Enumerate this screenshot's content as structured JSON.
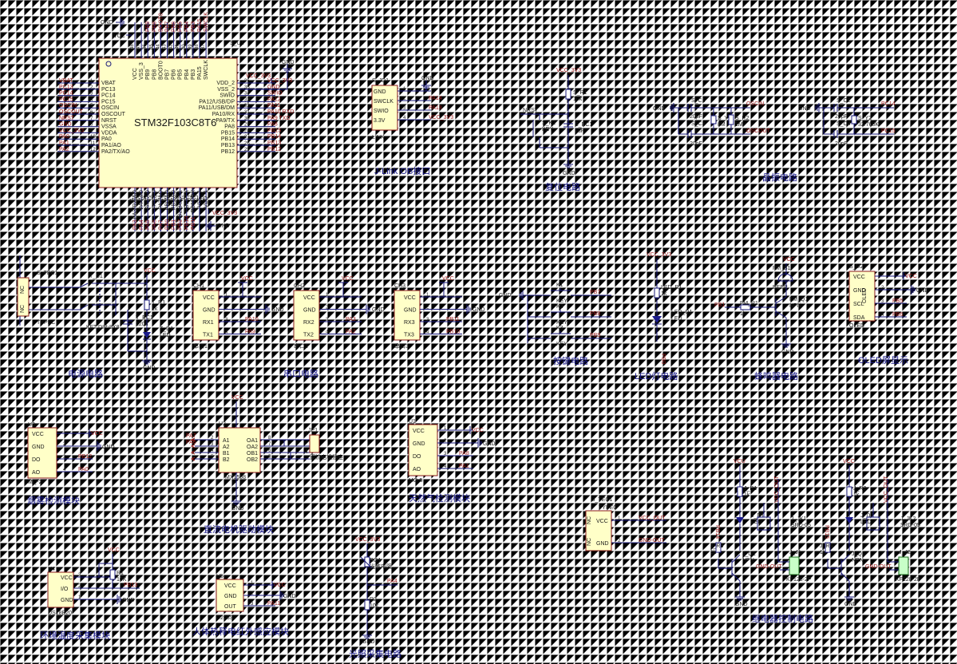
{
  "captions": {
    "jlink": "J-Link OB接口",
    "reset": "复位电路",
    "crystal": "晶振电路",
    "power": "电源电路",
    "uart": "串口电路",
    "keys": "按键电路",
    "led": "LED灯电路",
    "buzzer": "蜂鸣器电路",
    "oled": "OLED屏显示",
    "smoke": "烟雾检测模块",
    "motor": "直流电机驱动模块",
    "gas": "天然气检测模块",
    "relay": "继电器控制电路",
    "temp": "环境温度采集模块",
    "pir": "人体热释电红外感应模块",
    "light": "光照采集电路"
  },
  "mcu": {
    "ref": "S_U1",
    "part": "STM32F103C8T6",
    "left_pins": [
      {
        "num": "1",
        "name": "VBAT",
        "net": "VBAT"
      },
      {
        "num": "2",
        "name": "PC13",
        "net": "PC13"
      },
      {
        "num": "3",
        "name": "PC14",
        "net": "PC14"
      },
      {
        "num": "4",
        "name": "PC15",
        "net": "PC15"
      },
      {
        "num": "5",
        "name": "OSCIN",
        "net": "OSCIN"
      },
      {
        "num": "6",
        "name": "OSCOUT",
        "net": "OSCOUT"
      },
      {
        "num": "7",
        "name": "NRST",
        "net": "NRST"
      },
      {
        "num": "8",
        "name": "VSSA",
        "net": "GND"
      },
      {
        "num": "9",
        "name": "VDDA",
        "net": "VCC_3V3"
      },
      {
        "num": "10",
        "name": "PA0",
        "net": "PA0"
      },
      {
        "num": "11",
        "name": "PA1/AO",
        "net": "PA1"
      },
      {
        "num": "12",
        "name": "PA2/TX/AO",
        "net": "PA2"
      }
    ],
    "right_pins": [
      {
        "num": "36",
        "name": "VDD_2",
        "net": "VCC_3V3"
      },
      {
        "num": "35",
        "name": "VSS_2",
        "net": "GND"
      },
      {
        "num": "34",
        "name": "SWIO",
        "net": "SWIO"
      },
      {
        "num": "33",
        "name": "PA12/USB/DP",
        "net": "PA12"
      },
      {
        "num": "32",
        "name": "PA11/USB/DM",
        "net": "PA11"
      },
      {
        "num": "31",
        "name": "PA10/RX",
        "net": "PA10 RXD"
      },
      {
        "num": "30",
        "name": "PA9/TX",
        "net": "PA9 TXD"
      },
      {
        "num": "29",
        "name": "PA8",
        "net": "PA8"
      },
      {
        "num": "28",
        "name": "PB15",
        "net": "PB15"
      },
      {
        "num": "27",
        "name": "PB14",
        "net": "PB14"
      },
      {
        "num": "26",
        "name": "PB13",
        "net": "PB13"
      },
      {
        "num": "25",
        "name": "PB12",
        "net": "PB12"
      }
    ],
    "top_pins": [
      "VCC",
      "VSS_3",
      "PB9",
      "PB8",
      "BOOT0",
      "PB7",
      "PB6",
      "PB5",
      "PB4",
      "PB3",
      "PA15",
      "SWCLK"
    ],
    "top_nums": [
      "48",
      "47",
      "46",
      "45",
      "44",
      "43",
      "42",
      "41",
      "40",
      "39",
      "38",
      "37"
    ],
    "bottom_pins": [
      "PA3/RX/AO",
      "PA4/AO",
      "PA5/AO",
      "PA6/AO",
      "PA7/AO",
      "PB0/AO",
      "PB1/AO",
      "PB2/BOOT1",
      "PB10/TX",
      "PB11/RX",
      "VSS_1",
      "VDD_1"
    ],
    "bottom_nums": [
      "13",
      "14",
      "15",
      "16",
      "17",
      "18",
      "19",
      "20",
      "21",
      "22",
      "23",
      "24"
    ],
    "gnd": "GND",
    "vcc": "VCC",
    "vcc3v3": "VCC_3V3"
  },
  "jlink": {
    "ref": "S_JD1",
    "pins": [
      "GND",
      "SWCLK",
      "SWIO",
      "3.3V"
    ],
    "nets": [
      "",
      "PA14",
      "PA13",
      "VCC_3V3"
    ],
    "nums": [
      "1",
      "2",
      "3",
      "4"
    ],
    "name": "LINK",
    "gnd": "GND"
  },
  "reset": {
    "vcc": "VCC_3V3",
    "res_ref": "S_R1",
    "res_val": "10k",
    "key_ref": "S_K1",
    "key_val": "KEY",
    "cap_ref": "S_EC1",
    "cap_val": "1uF",
    "nrst": "NRST",
    "gnd": "GND"
  },
  "crystal": {
    "left": {
      "c1": "S_C1",
      "c1v": "20pF",
      "c3": "S_C3",
      "c3v": "20pF",
      "y": "S_Y1",
      "yv": "8M",
      "r": "S_R2",
      "rv": "1M",
      "n1": "OSCIN",
      "n2": "OSCOUT"
    },
    "right": {
      "c1": "S_C2",
      "c1v": "20pF",
      "c3": "S_C4",
      "c3v": "20pF",
      "y": "S_Y2",
      "yv": "32.768K",
      "n1": "PC14",
      "n2": "PC15"
    },
    "gnd": "GND"
  },
  "power": {
    "conn_ref": "S_TEC1",
    "conn_name": "TYPEC",
    "switch_ref": "T_S1",
    "switch_val": "KFT DIP-8X8",
    "r_ref": "T_R1",
    "r_val": "1k",
    "c_ref": "T_EC1",
    "c_val": "220u",
    "led_ref": "T_D1",
    "led_val": "LED",
    "vcc": "VCC",
    "gnd": "GND",
    "nc": "NC",
    "nums": [
      "1",
      "2",
      "1",
      "3",
      "5",
      "2",
      "4",
      "6"
    ]
  },
  "uarts": [
    {
      "ref": "CH1",
      "name": "串口1",
      "nets": [
        "VCC",
        "GND",
        "PA10",
        "PA9"
      ]
    },
    {
      "ref": "CH2",
      "name": "串口2",
      "nets": [
        "VCC",
        "GND",
        "PA3",
        "PA2"
      ]
    },
    {
      "ref": "CH3",
      "name": "串口3",
      "nets": [
        "VCC",
        "GND",
        "PB11",
        "PB10"
      ]
    }
  ],
  "uart_pins": [
    "VCC",
    "GND",
    "RX1",
    "TX1"
  ],
  "uart_pins2": [
    "VCC",
    "GND",
    "RX2",
    "TX2"
  ],
  "uart_pins3": [
    "VCC",
    "GND",
    "RX3",
    "TX3"
  ],
  "uart_nums": [
    "1",
    "2",
    "3",
    "4"
  ],
  "keys": {
    "gnd": "GND",
    "items": [
      {
        "ref": "K1",
        "val": "KEY",
        "net": "PB7"
      },
      {
        "ref": "K2",
        "val": "KEY",
        "net": "PB8"
      },
      {
        "ref": "K3",
        "val": "KEY",
        "net": "PB9"
      }
    ]
  },
  "led": {
    "vcc": "VCC_3V3",
    "r_ref": "LED_R1",
    "r_val": "1k",
    "d_ref": "LED_D1",
    "d_val": "LED",
    "net": "PB0"
  },
  "buzzer": {
    "vcc": "VCC",
    "b_ref": "FM_B1",
    "b_val": "BEEP",
    "q_ref": "FM_Q1",
    "q_val": "NPN",
    "r_ref": "FM_R1",
    "r_val": "1k",
    "net": "PB1",
    "gnd": "GND"
  },
  "oled": {
    "ref": "S_U2",
    "name": "OLED",
    "pins": [
      "VCC",
      "GND",
      "SCL",
      "SDA"
    ],
    "nets": [
      "VCC",
      "GND",
      "PB5",
      "PB6"
    ],
    "nums": [
      "1",
      "2",
      "3",
      "4"
    ]
  },
  "smoke": {
    "ref": "U3",
    "name": "MQ-2",
    "pins": [
      "VCC",
      "GND",
      "DO",
      "AO"
    ],
    "nets": [
      "VCC",
      "GND",
      "PB12",
      "PA0"
    ],
    "nums": [
      "1",
      "2",
      "3",
      "4"
    ]
  },
  "motor": {
    "ref": "U2",
    "name": "MX1508",
    "vcc": "VCC",
    "gnd": "GND",
    "left": [
      "A1",
      "A2",
      "B1",
      "B2"
    ],
    "left_nums": [
      "2",
      "3",
      "4",
      "5"
    ],
    "right": [
      "OA1",
      "OA2",
      "OB1",
      "OB2"
    ],
    "right_nums": [
      "8",
      "7",
      "6",
      "5"
    ],
    "nets": [
      "PA7",
      "PA6"
    ],
    "conn_ref": "JP1",
    "conn_name": "直流电机插座",
    "top_num": "1",
    "bot_num": "4"
  },
  "gas": {
    "ref": "U1",
    "name": "MQ-5",
    "pins": [
      "VCC",
      "GND",
      "DO",
      "AO"
    ],
    "nets": [
      "VCC",
      "GND",
      "PA8",
      "PA1"
    ],
    "nums": [
      "1",
      "2",
      "3",
      "4"
    ]
  },
  "relay_conn": {
    "ref": "J_TEC1",
    "name": "TYPEC",
    "pins": [
      "VCC",
      "GND"
    ],
    "nets": [
      "VCC_OUT",
      "GND-OUT"
    ],
    "nums": [
      "1",
      "2"
    ],
    "nc": "NC"
  },
  "relays": [
    {
      "vcc": "VCU",
      "r1": "J_R1",
      "r1v": "1k",
      "d": "J_D1",
      "dv": "LED",
      "r3": "J_R3",
      "r3v": "1k",
      "q": "J_Q1",
      "qv": "NPN",
      "k": "J_JK1",
      "kv": "SRD-05",
      "j": "J_J1",
      "jv": "KF128-2P",
      "in": "PB14",
      "out": "VCC_OUT",
      "gout": "GND-OUT",
      "gnd": "GND"
    },
    {
      "vcc": "VCC",
      "r1": "J_R2",
      "r1v": "1k",
      "d": "J_D2",
      "dv": "LED",
      "r3": "J_R4",
      "r3v": "1k",
      "q": "J_Q2",
      "qv": "NPN",
      "k": "J_JK2",
      "kv": "SRD-05",
      "j": "J_J2",
      "jv": "KF128-2P",
      "in": "PB15",
      "out": "VCC_OUT",
      "gout": "GND-OUT",
      "gnd": "GND"
    }
  ],
  "temp": {
    "ref": "U4",
    "name": "DS18B20",
    "pins": [
      "VCC",
      "I/O",
      "GND"
    ],
    "nums": [
      "3",
      "2",
      "1"
    ],
    "vcc": "VCC",
    "r_ref": "R1",
    "r_val": "10K",
    "net": "PB13",
    "gnd": "GND"
  },
  "pir": {
    "ref": "U5",
    "name": "D203S",
    "pins": [
      "VCC",
      "GND",
      "OUT"
    ],
    "nums": [
      "1",
      "2",
      "3"
    ],
    "nets": [
      "VCC",
      "GND",
      "PA11"
    ]
  },
  "light": {
    "vcc": "VCC_3V3",
    "rg_ref": "RG1",
    "rg_val": "光敏电阻",
    "r_ref": "R2",
    "r_val": "10k",
    "net": "PA4",
    "gnd": "GND"
  }
}
